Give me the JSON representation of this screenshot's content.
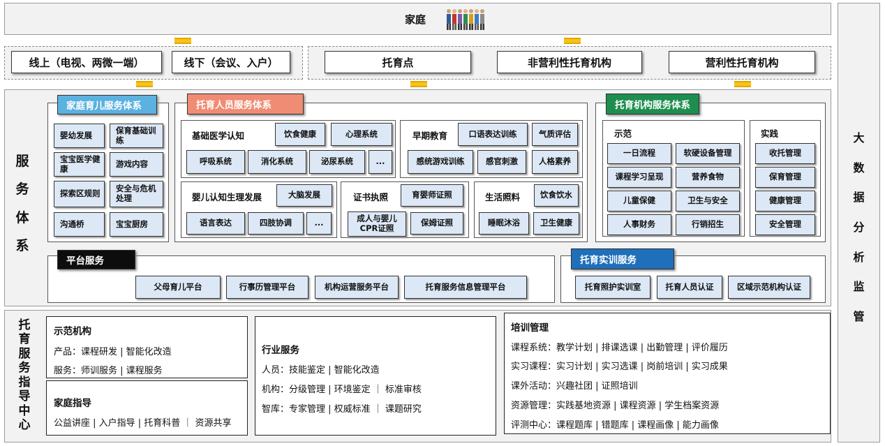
{
  "top": {
    "family_label": "家庭"
  },
  "channels": {
    "online": "线上（电视、两微一端）",
    "offline": "线下（会议、入户）",
    "childcare_point": "托育点",
    "nonprofit": "非营利性托育机构",
    "forprofit": "营利性托育机构"
  },
  "right_column": {
    "chars": [
      "大",
      "数",
      "据",
      "分",
      "析",
      "监",
      "管"
    ]
  },
  "service_system": {
    "label_chars": [
      "服",
      "务",
      "体",
      "系"
    ],
    "family_parenting": {
      "title": "家庭育儿服务体系",
      "items": [
        "婴幼发展",
        "保育基础训练",
        "宝宝医学健康",
        "游戏内容",
        "探索区规则",
        "安全与危机处理",
        "沟通桥",
        "宝宝厨房"
      ]
    },
    "staff": {
      "title": "托育人员服务体系",
      "medical": {
        "label": "基础医学认知",
        "items": [
          "饮食健康",
          "心理系统",
          "呼吸系统",
          "消化系统",
          "泌尿系统",
          "..."
        ]
      },
      "early_edu": {
        "label": "早期教育",
        "items": [
          "口语表达训练",
          "气质评估",
          "感统游戏训练",
          "感官刺激",
          "人格素养"
        ]
      },
      "cognition": {
        "label": "婴儿认知生理发展",
        "items": [
          "大脑发展",
          "语言表达",
          "四肢协调",
          "..."
        ]
      },
      "cert": {
        "label": "证书执照",
        "items": [
          "育婴师证照",
          "成人与婴儿CPR证照",
          "保姆证照"
        ]
      },
      "care": {
        "label": "生活照料",
        "items": [
          "饮食饮水",
          "睡眠沐浴",
          "卫生健康"
        ]
      }
    },
    "institution": {
      "title": "托育机构服务体系",
      "demo": {
        "label": "示范",
        "items": [
          "一日流程",
          "软硬设备管理",
          "课程学习呈现",
          "营养食物",
          "儿童保健",
          "卫生与安全",
          "人事财务",
          "行销招生"
        ]
      },
      "practice": {
        "label": "实践",
        "items": [
          "收托管理",
          "保育管理",
          "健康管理",
          "安全管理"
        ]
      }
    },
    "platform": {
      "title": "平台服务",
      "items": [
        "父母育儿平台",
        "行事历管理平台",
        "机构运营服务平台",
        "托育服务信息管理平台"
      ]
    },
    "training_service": {
      "title": "托育实训服务",
      "items": [
        "托育照护实训室",
        "托育人员认证",
        "区域示范机构认证"
      ]
    }
  },
  "guidance_center": {
    "label_chars": [
      "托",
      "育",
      "服",
      "务",
      "指",
      "导",
      "中",
      "心"
    ],
    "demo_institution": {
      "title": "示范机构",
      "lines": [
        "产品：课程研发 | 智能化改造",
        "服务：师训服务 | 课程服务"
      ]
    },
    "family_guidance": {
      "title": "家庭指导",
      "lines": [
        "公益讲座 | 入户指导 | 托育科普 ｜ 资源共享"
      ]
    },
    "industry": {
      "title": "行业服务",
      "lines": [
        "人员：技能鉴定 | 智能化改造",
        "机构：分级管理 | 环境鉴定 ｜ 标准审核",
        "智库：专家管理 | 权威标准 ｜ 课题研究"
      ]
    },
    "training_mgmt": {
      "title": "培训管理",
      "lines": [
        "课程系统：教学计划 | 排课选课 | 出勤管理 | 评价履历",
        "实习课程：实习计划 | 实习选课 | 岗前培训 | 实习成果",
        "课外活动：兴趣社团 | 证照培训",
        "资源管理：实践基地资源 | 课程资源 | 学生档案资源",
        "评测中心：课程题库 | 错题库 | 课程画像 | 能力画像"
      ]
    }
  },
  "colors": {
    "family_tag": "#5bb1e0",
    "staff_tag": "#f08c74",
    "institution_tag": "#1e8e4e",
    "platform_tag": "#0d0d0d",
    "training_tag": "#1f6fba",
    "cell_fill": "#dde8f6",
    "arrow": "#f7c21a"
  }
}
